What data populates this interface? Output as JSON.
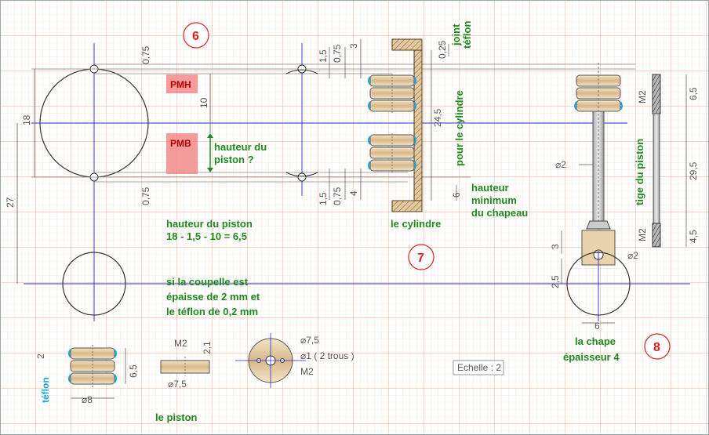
{
  "markers": {
    "m6": "6",
    "m7": "7",
    "m8": "8"
  },
  "pm": {
    "pmh": "PMH",
    "pmb": "PMB"
  },
  "dims": {
    "d075_top": "0,75",
    "d10": "10",
    "d18": "18",
    "d075_bot": "0,75",
    "d27": "27",
    "d15_top": "1,5",
    "d075_c_top": "0,75",
    "d3": "3",
    "d025": "0,25",
    "d245": "24,5",
    "d15_bot": "1,5",
    "d075_c_bot": "0,75",
    "d4": "4",
    "d6_cyl": "6",
    "d65_right": "6,5",
    "d295": "29,5",
    "d45": "4,5",
    "m2_top": "M2",
    "m2_bot": "M2",
    "dia2_left": "⌀2",
    "dia2_right": "⌀2",
    "d3_chape": "3",
    "d25_chape": "2,5",
    "d6_chape": "6",
    "d2_piston": "2",
    "d65_piston": "6,5",
    "dia8": "⌀8",
    "m2_disc": "M2",
    "d21": "2,1",
    "dia75_disc": "⌀7,5",
    "dia75_round": "⌀7,5",
    "dia1": "⌀1 ( 2 trous )",
    "m2_round": "M2"
  },
  "notes": {
    "joint_1": "joint",
    "joint_2": "téflon",
    "pour_cyl": "pour le cylindre",
    "hauteur_piston_1": "hauteur du",
    "hauteur_piston_2": "piston ?",
    "hauteur_chap_1": "hauteur",
    "hauteur_chap_2": "minimum",
    "hauteur_chap_3": "du chapeau",
    "le_cylindre": "le cylindre",
    "calc_1": "hauteur du piston",
    "calc_2": "18 - 1,5 - 10 = 6,5",
    "coup_1": "si la coupelle est",
    "coup_2": "épaisse de 2 mm et",
    "coup_3": "le téflon de 0,2 mm",
    "le_piston": "le piston",
    "tige": "tige du piston",
    "chape_1": "la chape",
    "chape_2": "épaisseur 4",
    "teflon": "téflon"
  },
  "echelle": "Echelle : 2",
  "colors": {
    "grid_minor": "#f7d2b6",
    "grid_major": "#f0a878",
    "axis": "#2a2ad8",
    "note": "#1e8a1e",
    "marker": "#e02020",
    "pm_fill": "#f07070"
  }
}
